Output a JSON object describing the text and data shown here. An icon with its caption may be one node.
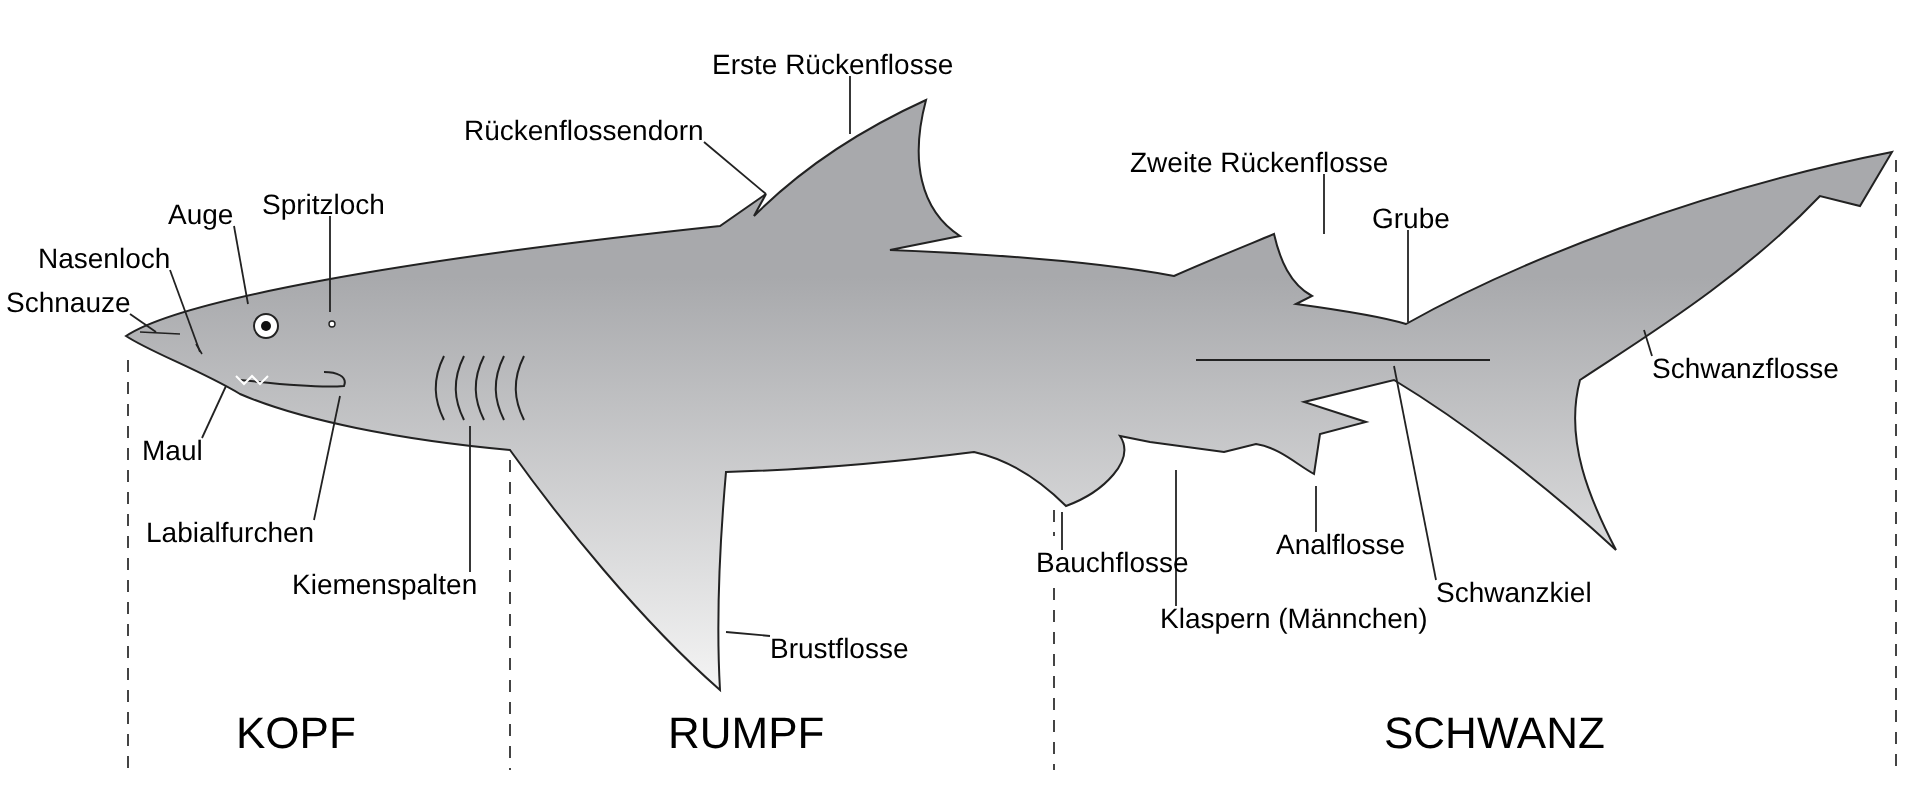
{
  "diagram": {
    "nodes": [
      {
        "text": [
          "Erste Rückenflosse"
        ]
      },
      {
        "text": [
          "Rückenflossendorn"
        ]
      },
      {
        "text": [
          "Zweite Rückenflosse"
        ]
      },
      {
        "text": [
          "Grube"
        ]
      },
      {
        "text": [
          "Auge"
        ]
      },
      {
        "text": [
          "Spritzloch"
        ]
      },
      {
        "text": [
          "Nasenloch"
        ]
      },
      {
        "text": [
          "Schnauze"
        ]
      },
      {
        "text": [
          "Schwanzflosse"
        ]
      },
      {
        "text": [
          "Maul"
        ]
      },
      {
        "text": [
          "Labialfurchen"
        ]
      },
      {
        "text": [
          "Kiemenspalten"
        ]
      },
      {
        "text": [
          "Brustflosse"
        ]
      },
      {
        "text": [
          "Bauchflosse"
        ]
      },
      {
        "text": [
          "Analflosse"
        ]
      },
      {
        "text": [
          "Klaspern (Männchen)"
        ]
      },
      {
        "text": [
          "Schwanzkiel"
        ]
      }
    ],
    "edges": [
      {
        "from": 0,
        "to": null,
        "arrow": "none"
      },
      {
        "from": 1,
        "to": null,
        "arrow": "none"
      },
      {
        "from": 2,
        "to": null,
        "arrow": "none"
      },
      {
        "from": 3,
        "to": null,
        "arrow": "none"
      },
      {
        "from": 4,
        "to": null,
        "arrow": "none"
      },
      {
        "from": 5,
        "to": null,
        "arrow": "none"
      },
      {
        "from": 6,
        "to": null,
        "arrow": "none"
      },
      {
        "from": 7,
        "to": null,
        "arrow": "none"
      },
      {
        "from": 8,
        "to": null,
        "arrow": "none"
      },
      {
        "from": 9,
        "to": null,
        "arrow": "none"
      },
      {
        "from": 10,
        "to": null,
        "arrow": "none"
      },
      {
        "from": 11,
        "to": null,
        "arrow": "none"
      },
      {
        "from": 12,
        "to": null,
        "arrow": "none"
      },
      {
        "from": 13,
        "to": null,
        "arrow": "none"
      },
      {
        "from": 14,
        "to": null,
        "arrow": "none"
      },
      {
        "from": 15,
        "to": null,
        "arrow": "none"
      },
      {
        "from": 16,
        "to": null,
        "arrow": "none"
      }
    ],
    "labels": [
      "KOPF",
      "RUMPF",
      "SCHWANZ"
    ]
  }
}
